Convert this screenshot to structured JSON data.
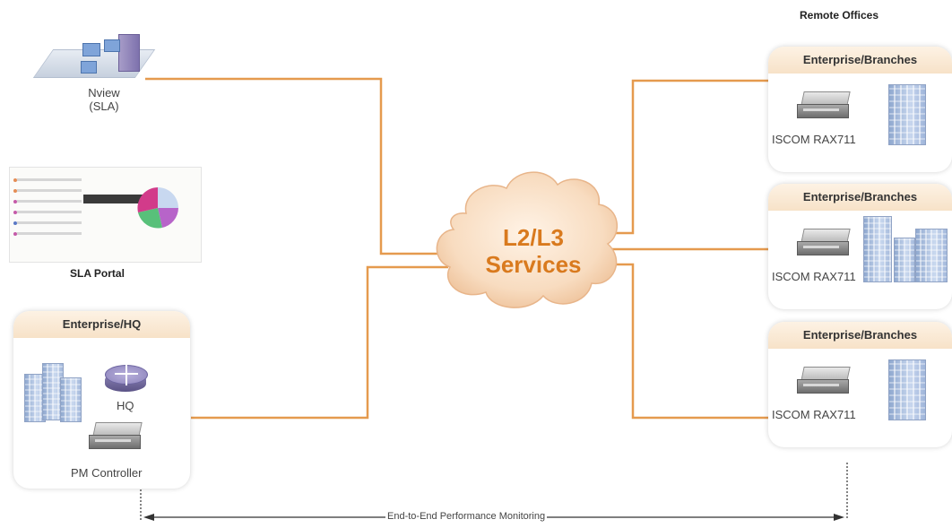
{
  "nview": {
    "label_line1": "Nview",
    "label_line2": "(SLA)"
  },
  "sla_portal": {
    "label": "SLA Portal"
  },
  "hq": {
    "header": "Enterprise/HQ",
    "router_label": "HQ",
    "controller_label": "PM Controller"
  },
  "cloud": {
    "line1": "L2/L3",
    "line2": "Services"
  },
  "remote": {
    "title": "Remote Offices",
    "branches": [
      {
        "header": "Enterprise/Branches",
        "device_label": "ISCOM RAX711"
      },
      {
        "header": "Enterprise/Branches",
        "device_label": "ISCOM RAX711"
      },
      {
        "header": "Enterprise/Branches",
        "device_label": "ISCOM RAX711"
      }
    ]
  },
  "monitoring": {
    "label": "End-to-End Performance Monitoring"
  },
  "colors": {
    "link": "#e59a4e",
    "cloud_fill": "#f8dcc0",
    "cloud_text": "#d97a1e",
    "panel_header": "#f7e2c8"
  }
}
